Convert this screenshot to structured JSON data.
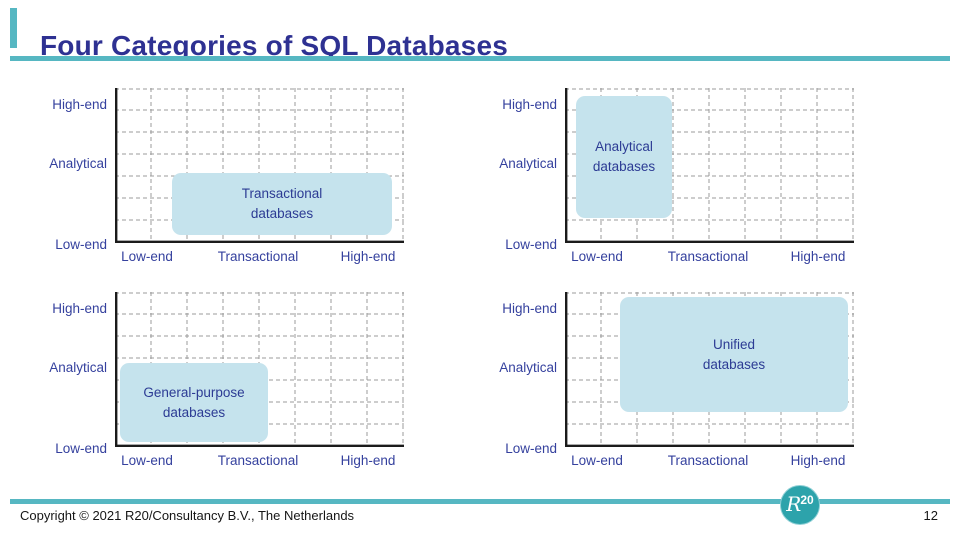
{
  "slide": {
    "title": "Four Categories of SQL Databases",
    "accent_color": "#56b7c2",
    "title_color": "#2e3192",
    "footer": {
      "copyright": "Copyright © 2021 R20/Consultancy B.V., The Netherlands",
      "page_number": "12",
      "logo": {
        "r": "R",
        "sup": "20"
      }
    }
  },
  "chart_data": {
    "type": "quadrant-matrix",
    "x_ticks": [
      "Low-end",
      "Transactional",
      "High-end"
    ],
    "y_ticks": [
      "Low-end",
      "Analytical",
      "High-end"
    ],
    "grid": {
      "columns": 8,
      "rows": 7,
      "style": "dashed",
      "axes": "solid-black-left-bottom"
    },
    "box_fill": "#c5e3ed",
    "label_color": "#35419e",
    "panels": [
      {
        "position": "top-left",
        "label": "Transactional\ndatabases",
        "x_extent": [
          0.2,
          0.96
        ],
        "y_extent": [
          0.05,
          0.45
        ]
      },
      {
        "position": "top-right",
        "label": "Analytical\ndatabases",
        "x_extent": [
          0.04,
          0.37
        ],
        "y_extent": [
          0.16,
          0.95
        ]
      },
      {
        "position": "bottom-left",
        "label": "General-purpose\ndatabases",
        "x_extent": [
          0.02,
          0.53
        ],
        "y_extent": [
          0.03,
          0.54
        ]
      },
      {
        "position": "bottom-right",
        "label": "Unified\ndatabases",
        "x_extent": [
          0.19,
          0.98
        ],
        "y_extent": [
          0.22,
          0.97
        ]
      }
    ]
  }
}
